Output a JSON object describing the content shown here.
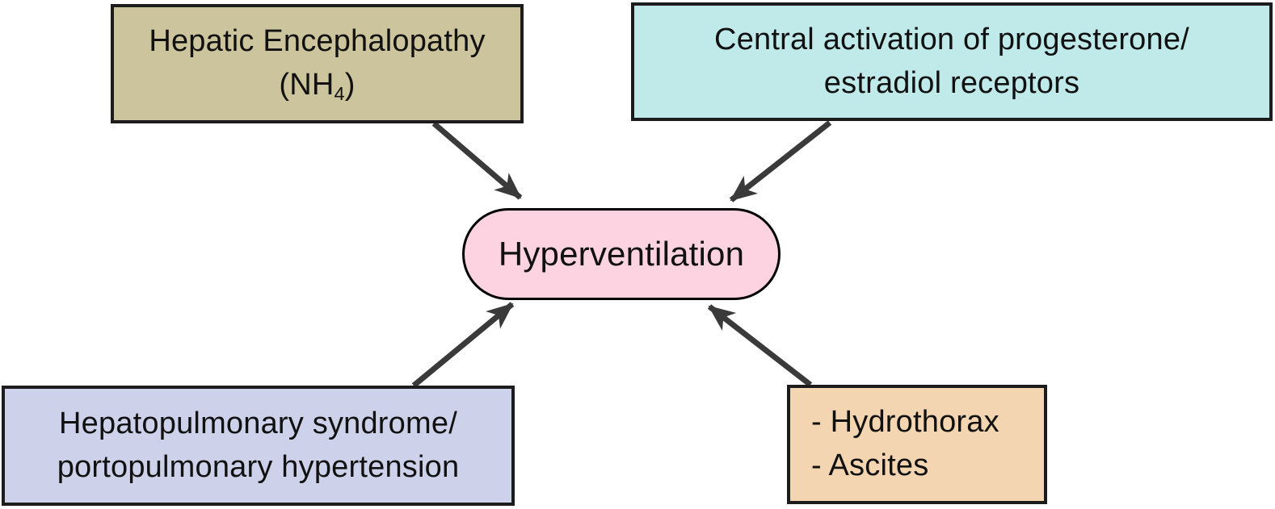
{
  "diagram": {
    "title_implicit": "Causes of hyperventilation converging on central node",
    "center_node": {
      "label": "Hyperventilation"
    },
    "nodes": {
      "hepatic": {
        "line1": "Hepatic Encephalopathy",
        "line2_prefix": "(NH",
        "line2_sub": "4",
        "line2_suffix": ")"
      },
      "central_activation": {
        "line1": "Central activation of progesterone/",
        "line2": "estradiol receptors"
      },
      "hepatopulmonary": {
        "line1": "Hepatopulmonary syndrome/",
        "line2": "portopulmonary hypertension"
      },
      "effusions": {
        "line1": "- Hydrothorax",
        "line2": "- Ascites"
      }
    },
    "colors": {
      "hepatic_fill": "#ccc49c",
      "central_activation_fill": "#c0e9ea",
      "hepatopulmonary_fill": "#cdd1e9",
      "effusions_fill": "#f3d5b1",
      "center_fill": "#fdd3e1",
      "box_border": "#1c1c1c",
      "arrow": "#3a3a3a",
      "text": "#111111",
      "background": "#ffffff"
    }
  }
}
